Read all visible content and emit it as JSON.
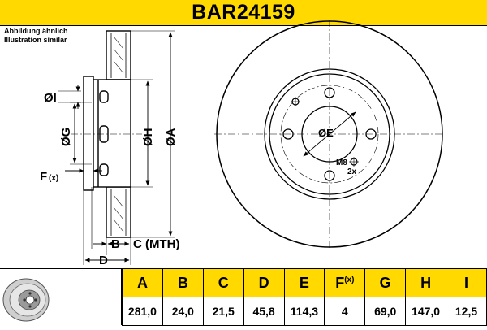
{
  "header": {
    "part_number": "BAR24159",
    "background_color": "#ffd900"
  },
  "disclaimer": {
    "line1": "Abbildung ähnlich",
    "line2": "Illustration similar"
  },
  "drawing_labels": {
    "dia_i": "ØI",
    "dia_g": "ØG",
    "dia_h": "ØH",
    "dia_a": "ØA",
    "f": "F",
    "f_sub": "(x)",
    "b": "B",
    "c": "C (MTH)",
    "d": "D",
    "dia_e": "ØE",
    "thread": "M8",
    "thread_count": "2x"
  },
  "spec_table": {
    "columns": [
      "A",
      "B",
      "C",
      "D",
      "E",
      "F",
      "G",
      "H",
      "I"
    ],
    "f_suffix": "(x)",
    "values": [
      "281,0",
      "24,0",
      "21,5",
      "45,8",
      "114,3",
      "4",
      "69,0",
      "147,0",
      "12,5"
    ]
  }
}
